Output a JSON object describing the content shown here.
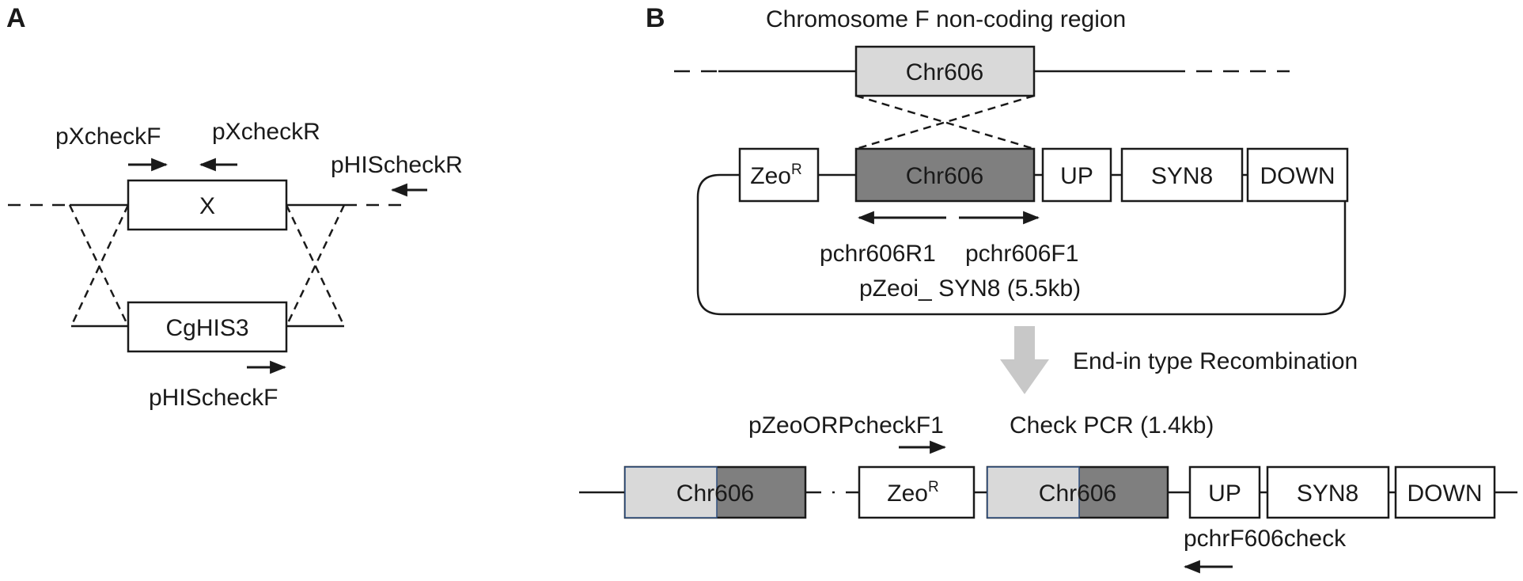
{
  "panel_a": {
    "letter": "A",
    "primers": {
      "xcheckF": "pXcheckF",
      "xcheckR": "pXcheckR",
      "hischeckR": "pHIScheckR",
      "hischeckF": "pHIScheckF"
    },
    "boxes": {
      "x": "X",
      "cghis3": "CgHIS3"
    }
  },
  "panel_b": {
    "letter": "B",
    "title": "Chromosome F non-coding region",
    "chr_box": "Chr606",
    "plasmid": {
      "zeo": "Zeo",
      "zeo_sup": "R",
      "chr606": "Chr606",
      "up": "UP",
      "syn8": "SYN8",
      "down": "DOWN",
      "primer_r1": "pchr606R1",
      "primer_f1": "pchr606F1",
      "name": "pZeoi_ SYN8 (5.5kb)"
    },
    "arrow_label": "End-in type Recombination",
    "check_pcr": "Check PCR (1.4kb)",
    "result": {
      "primer_zeo": "pZeoORPcheckF1",
      "chr606_left": "Chr606",
      "zeo": "Zeo",
      "zeo_sup": "R",
      "chr606_right": "Chr606",
      "up": "UP",
      "syn8": "SYN8",
      "down": "DOWN",
      "primer_check": "pchrF606check"
    }
  },
  "colors": {
    "line": "#1a1a1a",
    "light_gray": "#d9d9d9",
    "dark_gray": "#7f7f7f",
    "arrow_gray": "#c8c8c8",
    "blue_border": "#2f4f7f"
  }
}
